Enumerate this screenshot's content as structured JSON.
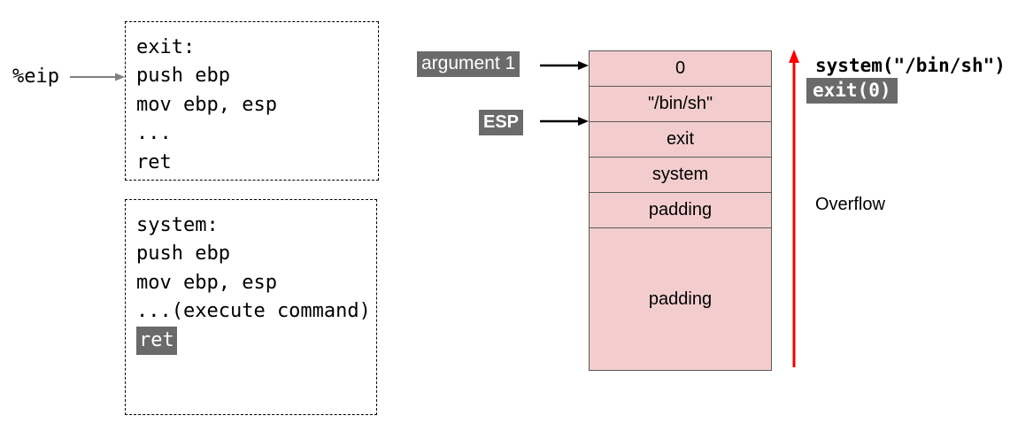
{
  "registers": {
    "eip_label": "%eip",
    "esp_label": "ESP"
  },
  "code_boxes": [
    {
      "function": "exit",
      "lines": [
        "exit:",
        "push ebp",
        "mov ebp, esp",
        "...",
        "ret"
      ]
    },
    {
      "function": "system",
      "lines": [
        "system:",
        "push ebp",
        "mov ebp, esp",
        "...(execute command)",
        "ret"
      ],
      "highlighted_line": "ret"
    }
  ],
  "stack": {
    "argument_label": "argument 1",
    "cells": [
      "0",
      "\"/bin/sh\"",
      "exit",
      "system",
      "padding",
      "padding"
    ]
  },
  "annotations": {
    "system_call": "system(\"/bin/sh\")",
    "exit_call": "exit(0)",
    "overflow_label": "Overflow"
  },
  "colors": {
    "stack_fill": "#f3cdcd",
    "stack_border": "#595959",
    "highlight_bg": "#6a6a6a",
    "pointer_label_bg": "#6b6b6b",
    "overflow_arrow": "#fb0000",
    "eip_arrow": "#808080",
    "pointer_arrow": "#000000"
  }
}
